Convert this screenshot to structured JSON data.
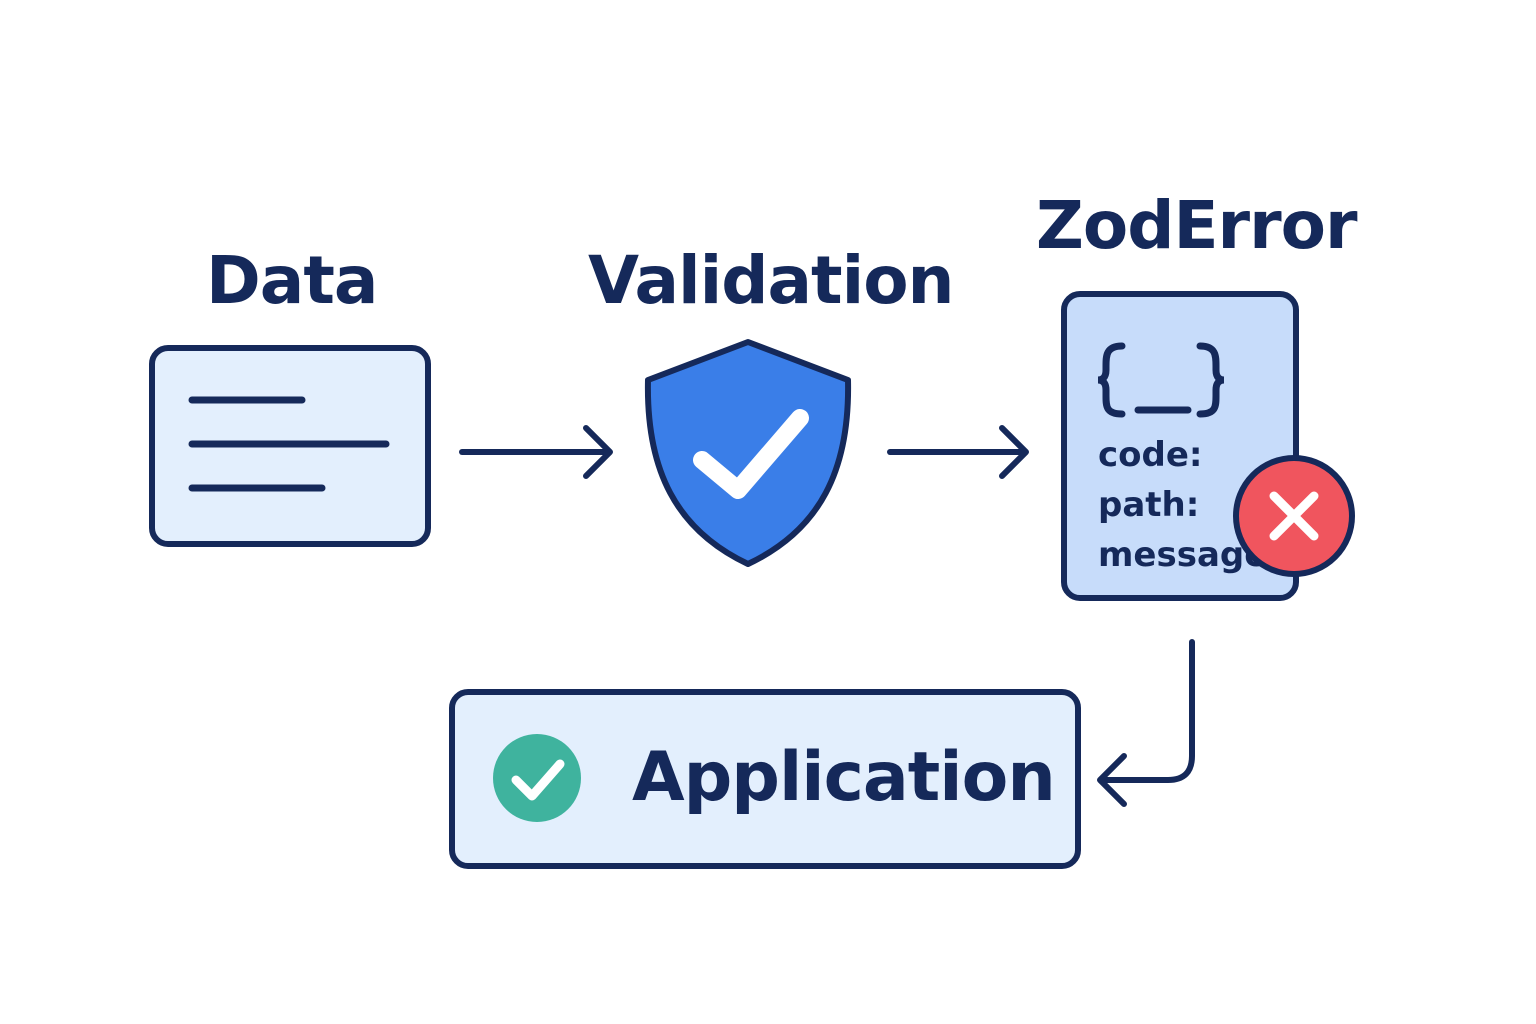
{
  "nodes": {
    "data": {
      "title": "Data"
    },
    "validation": {
      "title": "Validation"
    },
    "zod_error": {
      "title": "ZodError",
      "json_glyph": "{ _ }",
      "fields": [
        "code:",
        "path:",
        "message:"
      ]
    },
    "application": {
      "label": "Application"
    }
  },
  "icons": {
    "data": "document-lines-icon",
    "validation": "shield-check-icon",
    "zod_error": "error-x-icon",
    "application": "success-check-icon"
  },
  "colors": {
    "stroke": "#15295a",
    "panel_fill": "#e3effd",
    "error_card_fill": "#c7dcfa",
    "shield_blue": "#3a7ee8",
    "error_red": "#f0555e",
    "success_green": "#3fb39e"
  }
}
